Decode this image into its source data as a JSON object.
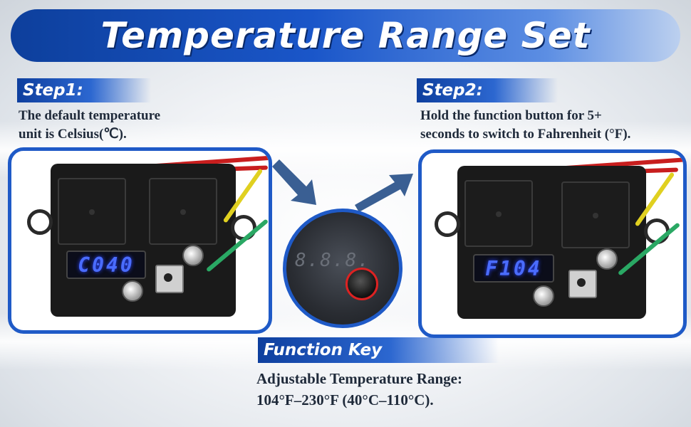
{
  "title": "Temperature Range Set",
  "step1": {
    "label": "Step1:",
    "line1": "The default temperature",
    "line2": "unit is Celsius(℃).",
    "display": "C040"
  },
  "step2": {
    "label": "Step2:",
    "line1": "Hold the function button for 5+",
    "line2": "seconds to switch to Fahrenheit (°F).",
    "display": "F104"
  },
  "zoom": {
    "display": "8.8.8."
  },
  "function_key": {
    "label": "Function Key",
    "line1": "Adjustable Temperature Range:",
    "line2": "104°F–230°F (40°C–110°C)."
  },
  "colors": {
    "brand_blue": "#1f5ac7",
    "display_blue": "#4a6cff",
    "highlight_red": "#d22222"
  }
}
